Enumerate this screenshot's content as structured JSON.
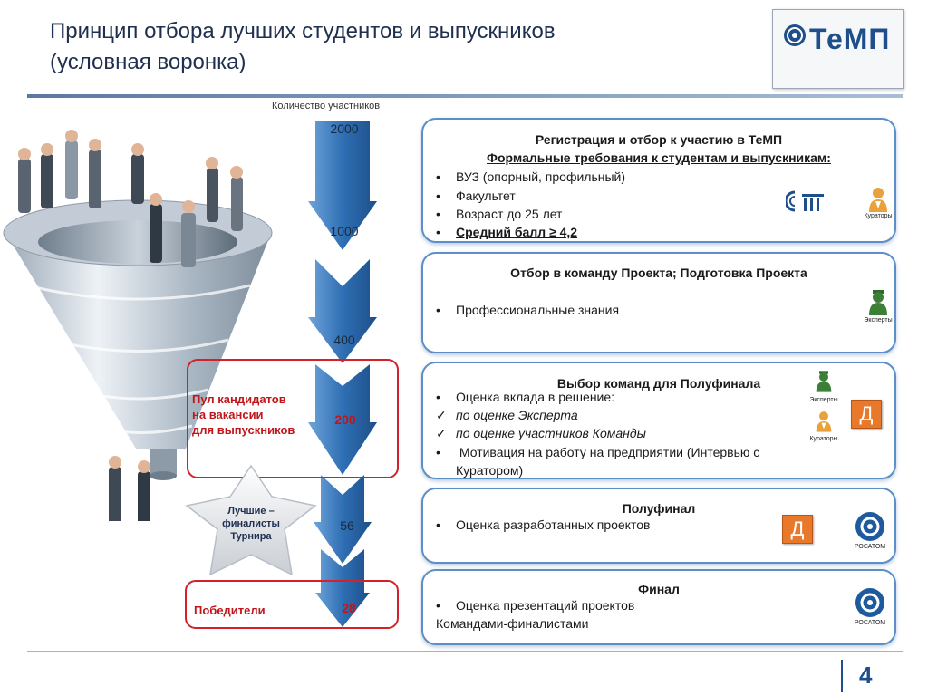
{
  "header": {
    "title_line1": "Принцип отбора лучших студентов и выпускников",
    "title_line2": "(условная воронка)",
    "logo": "ТеМП",
    "page_number": "4"
  },
  "funnel": {
    "count_label": "Количество участников",
    "values": [
      "2000",
      "1000",
      "400",
      "200",
      "56",
      "28"
    ]
  },
  "left_labels": {
    "pool": [
      "Пул кандидатов",
      "на вакансии",
      "для выпускников"
    ],
    "best": [
      "Лучшие –",
      "финалисты",
      "Турнира"
    ],
    "winners": "Победители"
  },
  "stages": [
    {
      "title": "Регистрация и отбор к участию в ТеМП",
      "subtitle": "Формальные требования к студентам и выпускникам:",
      "items": [
        "ВУЗ (опорный, профильный)",
        "Факультет",
        "Возраст до 25 лет",
        "Средний балл ≥ 4,2"
      ],
      "icon_labels": [
        "Кураторы"
      ]
    },
    {
      "title": "Отбор в команду Проекта; Подготовка Проекта",
      "items": [
        "Профессиональные знания"
      ],
      "icon_labels": [
        "Эксперты"
      ]
    },
    {
      "title": "Выбор команд для Полуфинала",
      "items": [
        "Оценка вклада в решение:",
        "по оценке Эксперта",
        "по оценке участников Команды",
        " Мотивация на работу на предприятии (Интервью с",
        "Куратором)"
      ],
      "icon_labels": [
        "Эксперты",
        "Кураторы"
      ],
      "badge": "Д"
    },
    {
      "title": "Полуфинал",
      "items": [
        "Оценка разработанных проектов"
      ],
      "badge": "Д",
      "logo_label": "РОСАТОМ"
    },
    {
      "title": "Финал",
      "items": [
        "Оценка презентаций проектов",
        "Командами-финалистами"
      ],
      "logo_label": "РОСАТОМ"
    }
  ],
  "colors": {
    "title": "#1f2f4f",
    "panel_border": "#5c8fc8",
    "arrow": "#2f6fb4",
    "highlight": "#c0161b",
    "badge": "#e8792b"
  }
}
